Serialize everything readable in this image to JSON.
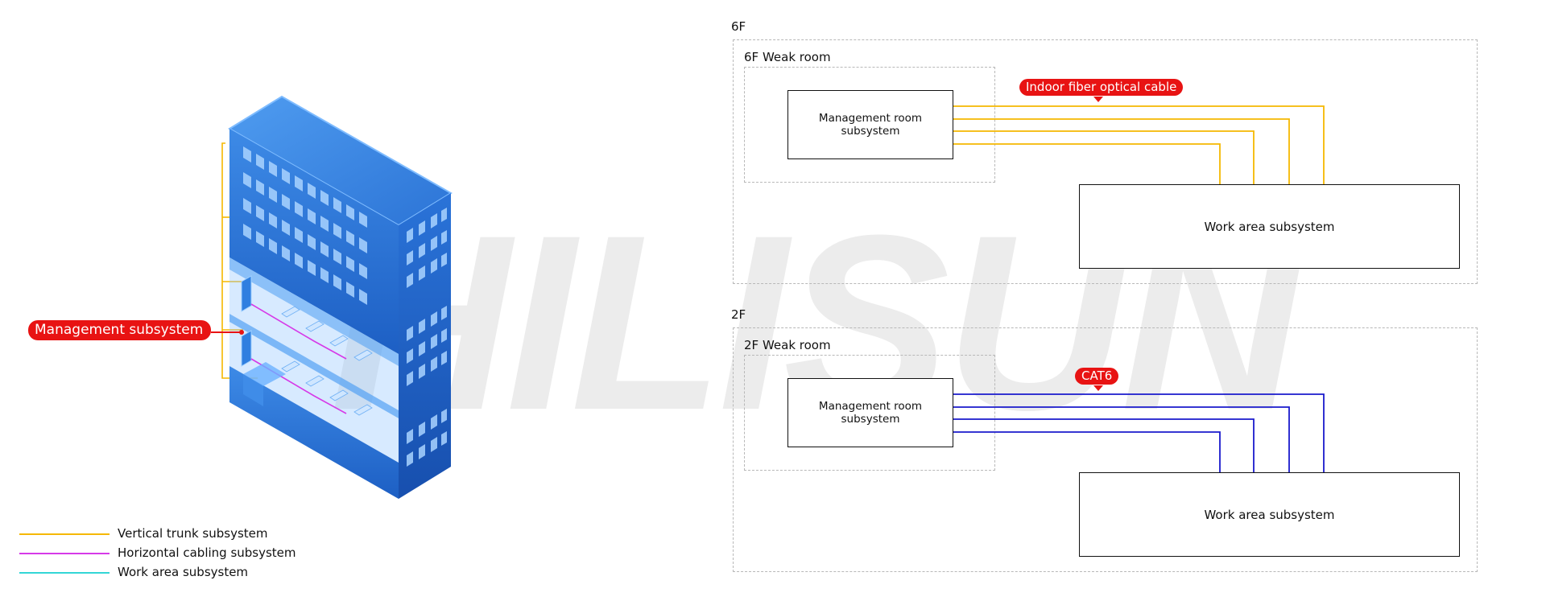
{
  "watermark": {
    "text": "HILISUN"
  },
  "callout": {
    "label": "Management subsystem"
  },
  "legend": [
    {
      "label": "Vertical trunk subsystem",
      "color": "#f5b800"
    },
    {
      "label": "Horizontal cabling subsystem",
      "color": "#d63ae8"
    },
    {
      "label": "Work area subsystem",
      "color": "#33d6d6"
    }
  ],
  "floors": {
    "f6": {
      "label": "6F",
      "weak_room": "6F Weak room",
      "management": "Management room subsystem",
      "work_area": "Work area subsystem",
      "cable_tag": "Indoor fiber optical cable",
      "cable_color": "#f5b800"
    },
    "f2": {
      "label": "2F",
      "weak_room": "2F Weak room",
      "management": "Management room subsystem",
      "work_area": "Work area subsystem",
      "cable_tag": "CAT6",
      "cable_color": "#1a1acc"
    }
  },
  "colors": {
    "accent_red": "#e81313",
    "building_blue": "#2f7fe0",
    "building_dark": "#1e5fc2"
  }
}
